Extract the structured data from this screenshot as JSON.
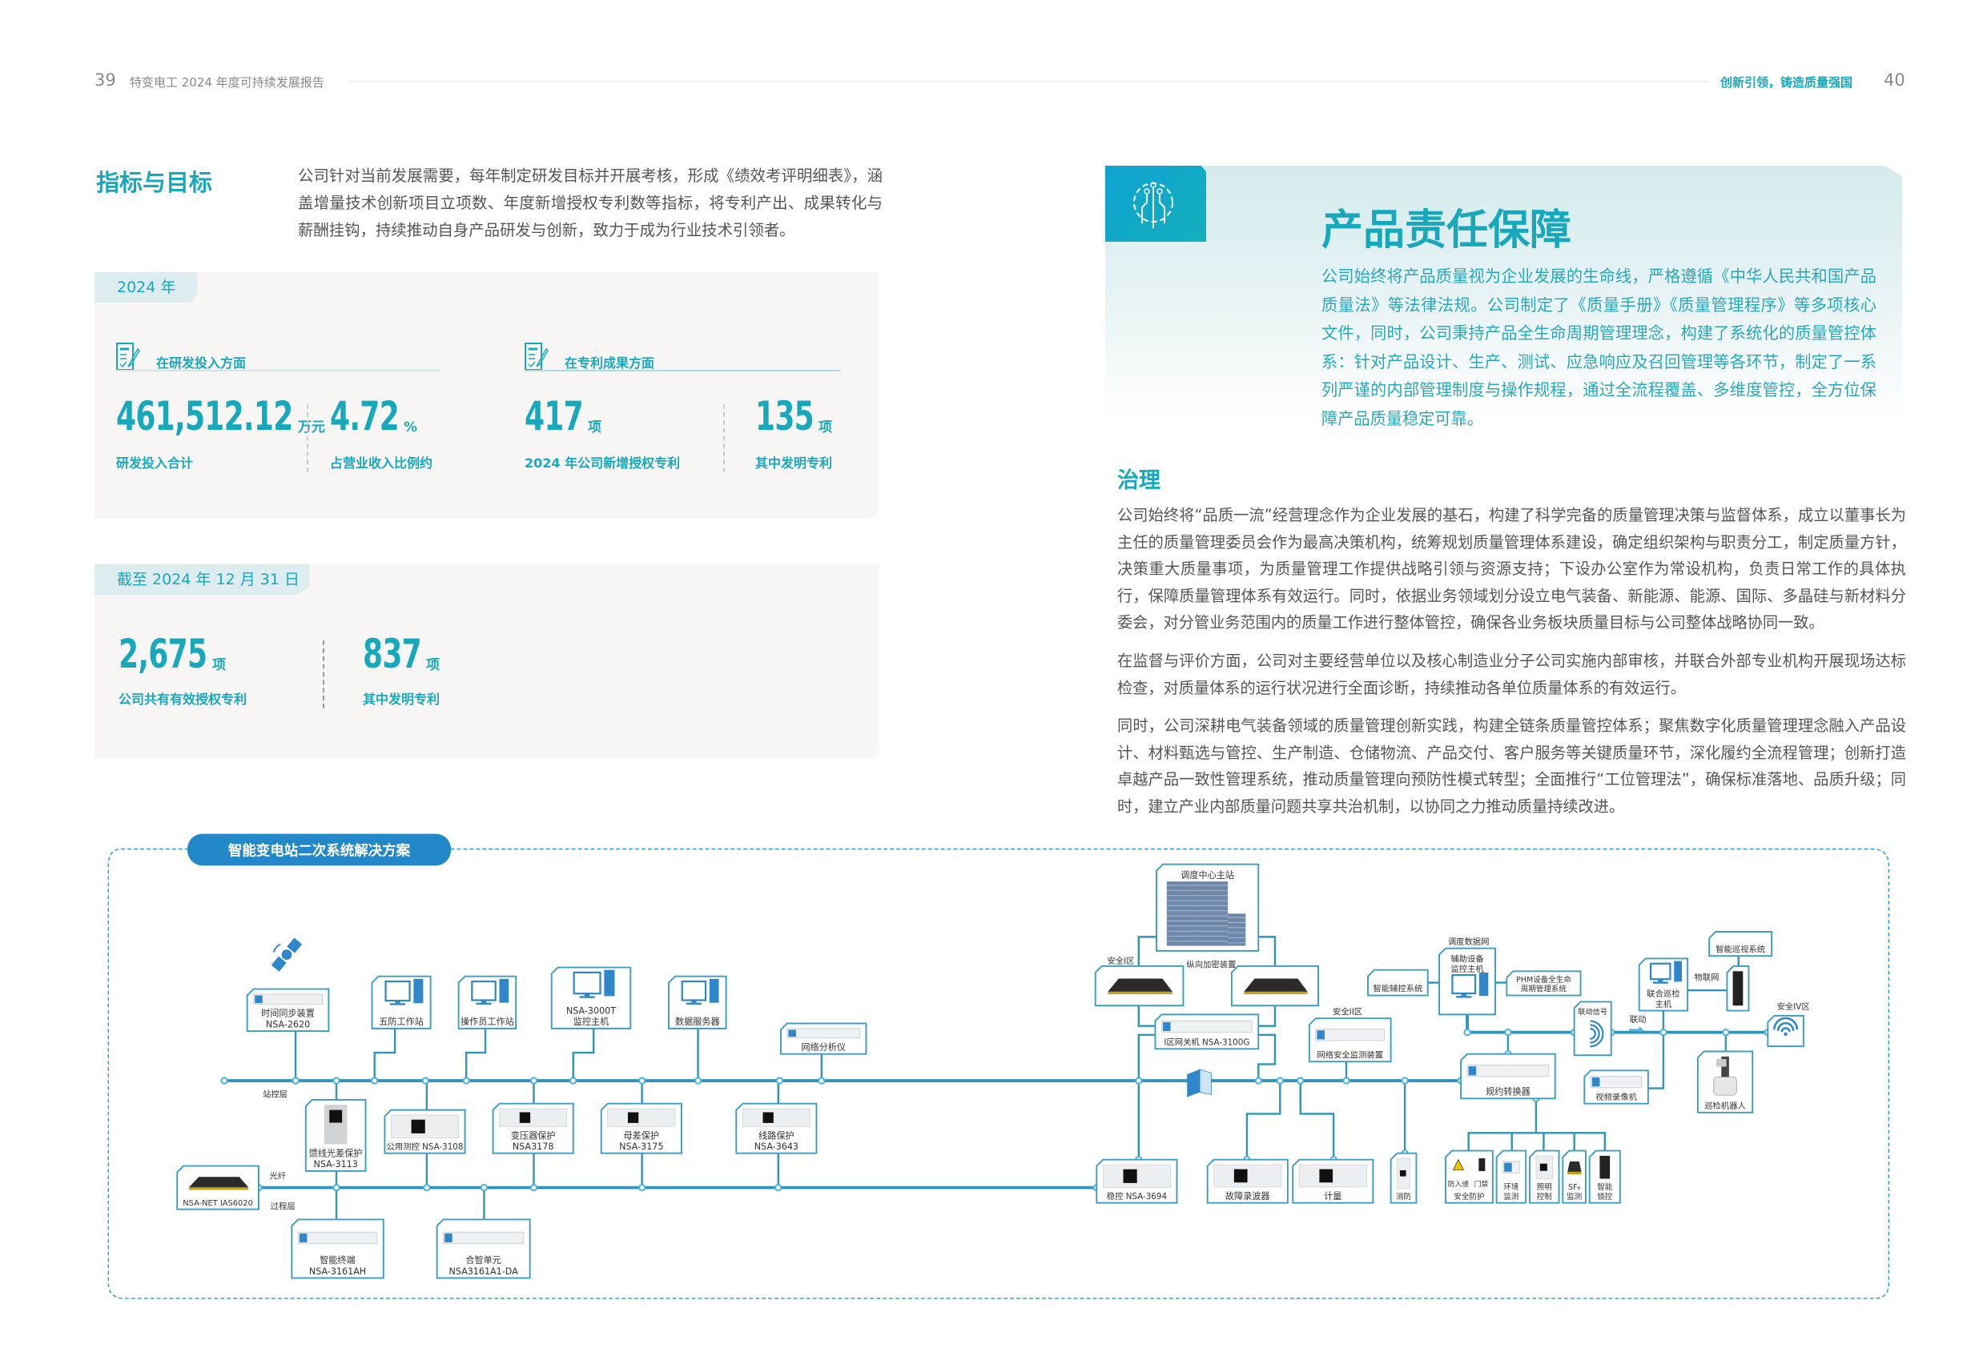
{
  "header": {
    "left_page": "39",
    "left_title": "特变电工 2024 年度可持续发展报告",
    "right_title": "创新引领，铸造质量强国",
    "right_page": "40"
  },
  "goals": {
    "title": "指标与目标",
    "text": "公司针对当前发展需要，每年制定研发目标并开展考核，形成《绩效考评明细表》，涵盖增量技术创新项目立项数、年度新增授权专利数等指标，将专利产出、成果转化与薪酬挂钩，持续推动自身产品研发与创新，致力于成为行业技术引领者。",
    "card2024": {
      "tab": "2024 年",
      "rd_head": "在研发投入方面",
      "patent_head": "在专利成果方面",
      "stats": [
        {
          "value": "461,512.12",
          "unit": "万元",
          "label": "研发投入合计"
        },
        {
          "value": "4.72",
          "unit": "%",
          "label": "占营业收入比例约"
        },
        {
          "value": "417",
          "unit": "项",
          "label": "2024 年公司新增授权专利"
        },
        {
          "value": "135",
          "unit": "项",
          "label": "其中发明专利"
        }
      ]
    },
    "card_total": {
      "tab": "截至 2024 年 12 月 31 日",
      "stats": [
        {
          "value": "2,675",
          "unit": "项",
          "label": "公司共有有效授权专利"
        },
        {
          "value": "837",
          "unit": "项",
          "label": "其中发明专利"
        }
      ]
    }
  },
  "product": {
    "title": "产品责任保障",
    "intro": "公司始终将产品质量视为企业发展的生命线，严格遵循《中华人民共和国产品质量法》等法律法规。公司制定了《质量手册》《质量管理程序》等多项核心文件，同时，公司秉持产品全生命周期管理理念，构建了系统化的质量管控体系：针对产品设计、生产、测试、应急响应及召回管理等各环节，制定了一系列严谨的内部管理制度与操作规程，通过全流程覆盖、多维度管控，全方位保障产品质量稳定可靠。",
    "gov_title": "治理",
    "paragraphs": [
      "公司始终将“品质一流”经营理念作为企业发展的基石，构建了科学完备的质量管理决策与监督体系，成立以董事长为主任的质量管理委员会作为最高决策机构，统筹规划质量管理体系建设，确定组织架构与职责分工，制定质量方针，决策重大质量事项，为质量管理工作提供战略引领与资源支持；下设办公室作为常设机构，负责日常工作的具体执行，保障质量管理体系有效运行。同时，依据业务领域划分设立电气装备、新能源、能源、国际、多晶硅与新材料分委会，对分管业务范围内的质量工作进行整体管控，确保各业务板块质量目标与公司整体战略协同一致。",
      "在监督与评价方面，公司对主要经营单位以及核心制造业分子公司实施内部审核，并联合外部专业机构开展现场达标检查，对质量体系的运行状况进行全面诊断，持续推动各单位质量体系的有效运行。",
      "同时，公司深耕电气装备领域的质量管理创新实践，构建全链条质量管控体系；聚焦数字化质量管理理念融入产品设计、材料甄选与管控、生产制造、仓储物流、产品交付、客户服务等关键质量环节，深化履约全流程管理；创新打造卓越产品一致性管理系统，推动质量管理向预防性模式转型；全面推行“工位管理法”，确保标准落地、品质升级；同时，建立产业内部质量问题共享共治机制，以协同之力推动质量持续改进。"
    ]
  },
  "diagram": {
    "title": "智能变电站二次系统解决方案",
    "station_layer": "站控层",
    "fiber": "光纤",
    "process_layer": "过程层",
    "time_sync": [
      "时间同步装置",
      "NSA-2620"
    ],
    "wufang": [
      "五防工作站"
    ],
    "operator": [
      "操作员工作站"
    ],
    "monitor": [
      "NSA-3000T",
      "监控主机"
    ],
    "data_server": [
      "数据服务器"
    ],
    "net_analyzer": [
      "网络分析仪"
    ],
    "feeder": [
      "馈线光差保护",
      "NSA-3113"
    ],
    "common_ctrl": [
      "公用测控 NSA-3108"
    ],
    "transformer": [
      "变压器保护",
      "NSA3178"
    ],
    "busbar": [
      "母差保护",
      "NSA-3175"
    ],
    "line_prot": [
      "线路保护",
      "NSA-3643"
    ],
    "switch": [
      "NSA-NET IAS6020"
    ],
    "terminal": [
      "智能终端",
      "NSA-3161AH"
    ],
    "merging": [
      "合智单元",
      "NSA3161A1-DA"
    ],
    "dispatch_center": [
      "调度中心主站"
    ],
    "zone1": "安全I区",
    "encrypt": "纵向加密装置",
    "gateway": [
      "I区网关机 NSA-3100G"
    ],
    "zone2": "安全II区",
    "netsec": [
      "网络安全监测装置"
    ],
    "stability": [
      "稳控 NSA-3694"
    ],
    "fault_rec": [
      "故障录波器"
    ],
    "metering": [
      "计量"
    ],
    "fire": [
      "消防"
    ],
    "protocol_conv": [
      "规约转换器"
    ],
    "security": [
      "防入侵",
      "门禁",
      "安全防护"
    ],
    "env": [
      "环境",
      "监测"
    ],
    "lighting": [
      "照明",
      "控制"
    ],
    "sf6": [
      "SF₆",
      "监测"
    ],
    "lock": [
      "智能",
      "锁控"
    ],
    "dispatch_net": "调度数据网",
    "aux_host": [
      "辅助设备",
      "监控主机"
    ],
    "aux_ctrl": [
      "智能辅控系统"
    ],
    "phm": [
      "PHM设备全生命",
      "周期管理系统"
    ],
    "link_signal": [
      "联动信号"
    ],
    "link": "联动",
    "joint_host": [
      "联合巡检",
      "主机"
    ],
    "patrol_sys": [
      "智能巡视系统"
    ],
    "iot": "物联网",
    "zone4": "安全IV区",
    "nvr": [
      "视频录像机"
    ],
    "robot": [
      "巡检机器人"
    ]
  },
  "colors": {
    "accent": "#17a8bc",
    "diagram_line": "#2f93ba",
    "pill": "#2288c8"
  }
}
